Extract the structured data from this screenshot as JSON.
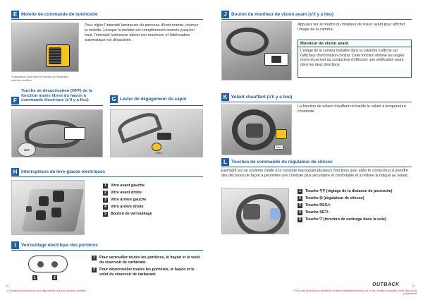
{
  "sections": {
    "E": {
      "letter": "E",
      "title": "Molette de commande de luminosité",
      "text": "Pour régler l'intensité lumineuse du panneau d'instrumente, tournez la molette. Lorsque la molette est complètement tournée jusqu'en haut, l'intensité lumineuse atteint son maximum et l'atténuation automatique est désactivée.",
      "note": "*L'apparence peut varier en fonction de l'illustration selon les modèles"
    },
    "F": {
      "letter": "F",
      "title": "Touche de désactivation (OFF) de la fonction mains libres du hayon à commande électrique (s'il y a lieu)",
      "image_label": "OFF"
    },
    "G": {
      "letter": "G",
      "title": "Levier de dégagement du capot",
      "image_label": "Tirez"
    },
    "H": {
      "letter": "H",
      "title": "Interrupteurs de lève-glaces électriques",
      "items": [
        {
          "n": "1",
          "label": "Vitre avant gauche"
        },
        {
          "n": "2",
          "label": "Vitre avant droite"
        },
        {
          "n": "3",
          "label": "Vitre arrière gauche"
        },
        {
          "n": "4",
          "label": "Vitre arrière droite"
        },
        {
          "n": "5",
          "label": "Bouton de verrouillage"
        }
      ]
    },
    "I": {
      "letter": "I",
      "title": "Verrouillage électrique des portières",
      "items": [
        {
          "n": "1",
          "label": "Pour verrouiller toutes les portières, le hayon et le volet du réservoir de carburant."
        },
        {
          "n": "2",
          "label": "Pour déverrouiller toutes les portières, le hayon et le volet du réservoir de carburant."
        }
      ]
    },
    "J": {
      "letter": "J",
      "title": "Bouton du moniteur de vision avant (s'il y a lieu)",
      "text": "Appuyez sur le bouton du moniteur de vision avant pour afficher l'image de la caméra.",
      "callout_title": "Moniteur de vision avant",
      "callout_text": "L'image de la caméra installée dans la calandre s'affiche sur l'afficheur d'information central. Cette fonction élimine les angles morts et permet au conducteur d'effectuer une vérification avant dans les deux directions."
    },
    "K": {
      "letter": "K",
      "title": "Volant chauffant (s'il y a lieu)",
      "text": "La fonction de volant chauffant réchauffe le volant à température constante.",
      "image_label": "Tirez"
    },
    "L": {
      "letter": "L",
      "title": "Touches de commande du régulateur de vitesse",
      "text": "EyeSight est un système d'aide à la conduite regroupant plusieurs fonctions pour aider le conducteur à prendre des décisions de façon à permettre une conduite plus sécuritaire et confortable et à réduire la fatigue au volant.",
      "items": [
        {
          "n": "1",
          "label": "Touche ⚲⚲ (réglage de la distance de poursuite)"
        },
        {
          "n": "2",
          "label": "Touche ⛭ (régulateur de vitesse)"
        },
        {
          "n": "3",
          "label": "Touche RES/+"
        },
        {
          "n": "4",
          "label": "Touche SET/-"
        },
        {
          "n": "5",
          "label": "Touche ⛉ (fonction de centrage dans la voie)"
        }
      ]
    }
  },
  "footer": {
    "left_page": "10",
    "right_page": "11",
    "brand": "OUTBACK",
    "left_note": "• Certaines fonctions ne sont disponibles que sur certains modèles.",
    "right_note": "• Pour des instructions détaillées et des renseignements sur les coûts, veuillez consulter votre Manuel du propriétaire."
  },
  "colors": {
    "accent": "#1f5fa8",
    "footer_red": "#c0392b",
    "highlight": "#f5c518"
  }
}
